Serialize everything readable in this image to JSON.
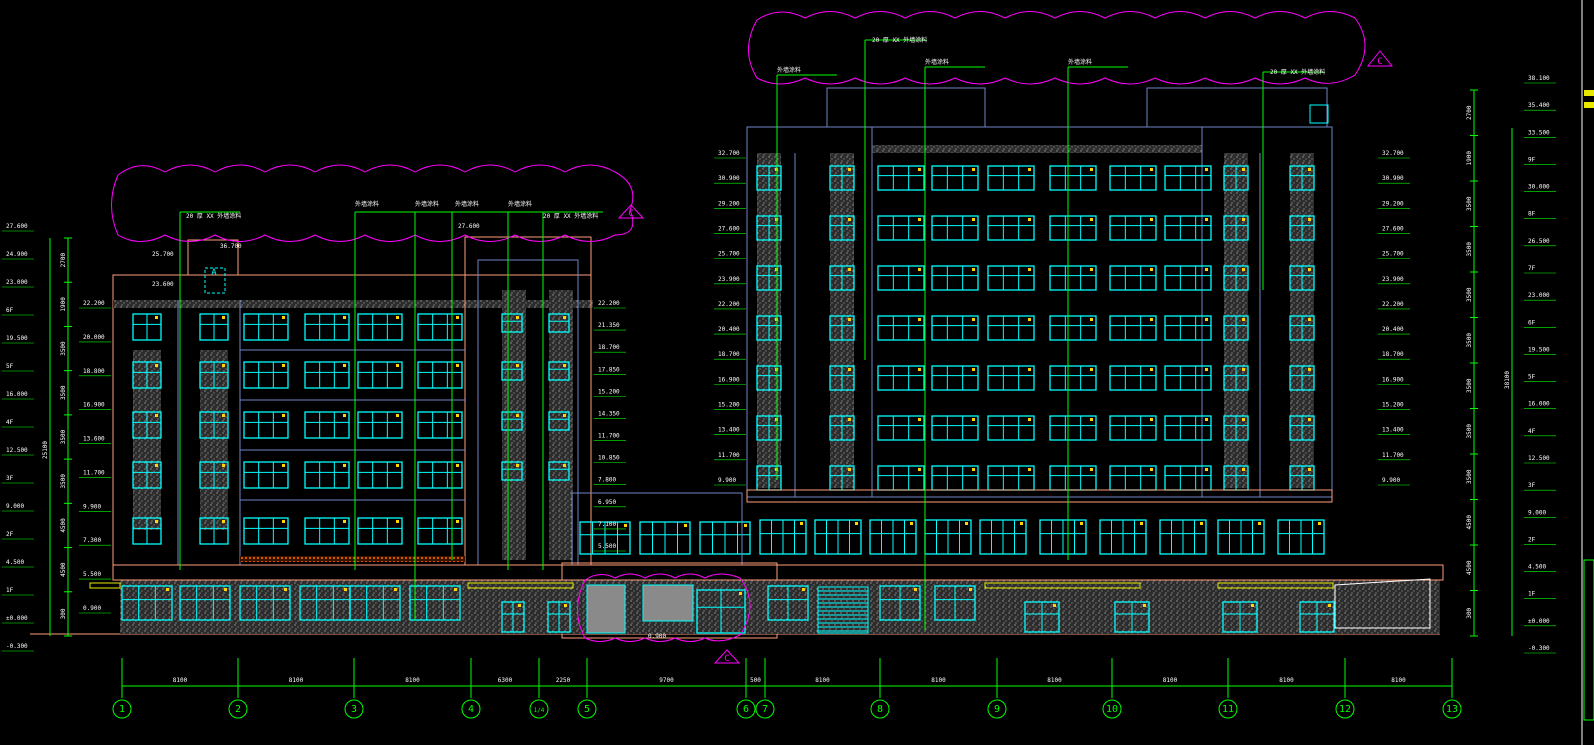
{
  "colors": {
    "background": "#000000",
    "window": "#00ffff",
    "leader": "#00ff00",
    "outline": "#6f86c8",
    "facade": "#ff9b7a",
    "revision_cloud": "#ff00ff",
    "axis": "#00ff00",
    "label": "#ffffff"
  },
  "left_elevation_labels": [
    "27.600",
    "24.900",
    "23.000",
    "6F",
    "19.500",
    "5F",
    "16.000",
    "4F",
    "12.500",
    "3F",
    "9.000",
    "2F",
    "4.500",
    "1F",
    "±0.000",
    "-0.300"
  ],
  "right_elevation_labels": [
    "38.100",
    "35.400",
    "33.500",
    "9F",
    "30.000",
    "8F",
    "26.500",
    "7F",
    "23.000",
    "6F",
    "19.500",
    "5F",
    "16.000",
    "4F",
    "12.500",
    "3F",
    "9.000",
    "2F",
    "4.500",
    "1F",
    "±0.000",
    "-0.300"
  ],
  "left_block_labels": [
    "22.200",
    "20.000",
    "18.800",
    "16.900",
    "13.600",
    "11.700",
    "9.900",
    "7.300",
    "5.500",
    "0.900"
  ],
  "middle_labels": [
    "22.200",
    "21.350",
    "18.700",
    "17.850",
    "15.200",
    "14.350",
    "11.700",
    "10.850",
    "7.800",
    "6.950",
    "7.100",
    "5.500"
  ],
  "right_block_left_labels": [
    "32.700",
    "30.900",
    "29.200",
    "27.600",
    "25.700",
    "23.900",
    "22.200",
    "20.400",
    "18.700",
    "16.900",
    "15.200",
    "13.400",
    "11.700",
    "9.900"
  ],
  "right_block_right_labels": [
    "32.700",
    "30.900",
    "29.200",
    "27.600",
    "25.700",
    "23.900",
    "22.200",
    "20.400",
    "18.700",
    "16.900",
    "15.200",
    "13.400",
    "11.700",
    "9.900"
  ],
  "top_labels": [
    "36.700",
    "25.700",
    "23.600",
    "27.600"
  ],
  "left_dims": [
    "2700",
    "1900",
    "3500",
    "3500",
    "3500",
    "3500",
    "4500",
    "4500",
    "300"
  ],
  "right_dims": [
    "2700",
    "1900",
    "3500",
    "3500",
    "3500",
    "3500",
    "3500",
    "3500",
    "3500",
    "4500",
    "4500",
    "300"
  ],
  "left_total_dim": "25100",
  "right_total_dim": "38100",
  "axis_labels": [
    "1",
    "2",
    "3",
    "4",
    "1/4",
    "5",
    "6",
    "7",
    "8",
    "9",
    "10",
    "11",
    "12",
    "13"
  ],
  "axis_dims": [
    "8100",
    "8100",
    "8100",
    "6300",
    "2250",
    "9700",
    "500",
    "8100",
    "8100",
    "8100",
    "8100",
    "8100",
    "8100"
  ],
  "callouts_left": [
    "20 厚 XX 外墙涂料",
    "外墙涂料",
    "外墙涂料",
    "外墙涂料",
    "外墙涂料",
    "20 厚 XX 外墙涂料"
  ],
  "callouts_right": [
    "外墙涂料",
    "20 厚 XX 外墙涂料",
    "外墙涂料",
    "外墙涂料",
    "20 厚 XX 外墙涂料"
  ],
  "revision_tags": [
    "C",
    "C",
    "C",
    "A"
  ],
  "bottom_note": "0.900"
}
